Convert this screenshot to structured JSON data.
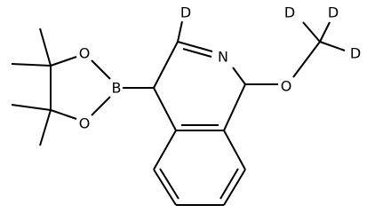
{
  "molecule": {
    "atoms": {
      "deuterium_ring": "D",
      "ring_nitrogen": "N",
      "boron": "B",
      "dioxaborolane_oxygen_top": "O",
      "dioxaborolane_oxygen_bottom": "O",
      "methoxy_oxygen": "O",
      "methyl_deuterium_top_left": "D",
      "methyl_deuterium_top_right": "D",
      "methyl_deuterium_right": "D"
    }
  }
}
